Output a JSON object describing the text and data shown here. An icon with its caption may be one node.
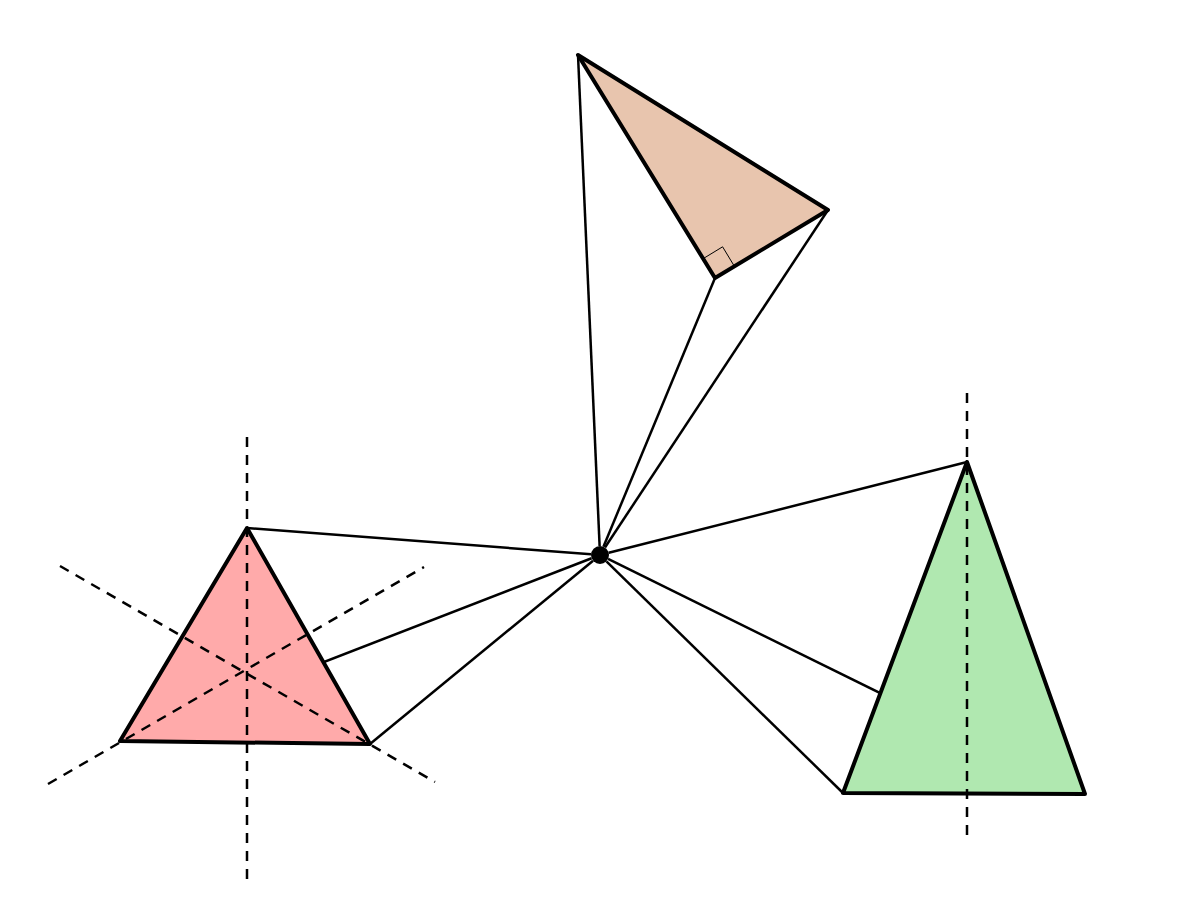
{
  "diagram": {
    "nodes": [
      {
        "text": [],
        "shape": "circle"
      },
      {
        "text": [],
        "shape": "triangle"
      },
      {
        "text": [],
        "shape": "triangle"
      },
      {
        "text": [],
        "shape": "triangle"
      }
    ],
    "edges": [
      {
        "from": 0,
        "to": 1,
        "arrow": "none"
      },
      {
        "from": 0,
        "to": 1,
        "arrow": "none"
      },
      {
        "from": 0,
        "to": 1,
        "arrow": "none"
      },
      {
        "from": 0,
        "to": 2,
        "arrow": "none"
      },
      {
        "from": 0,
        "to": 2,
        "arrow": "none"
      },
      {
        "from": 0,
        "to": 2,
        "arrow": "none"
      },
      {
        "from": 0,
        "to": 3,
        "arrow": "none"
      },
      {
        "from": 0,
        "to": 3,
        "arrow": "none"
      },
      {
        "from": 0,
        "to": 3,
        "arrow": "none"
      }
    ]
  }
}
